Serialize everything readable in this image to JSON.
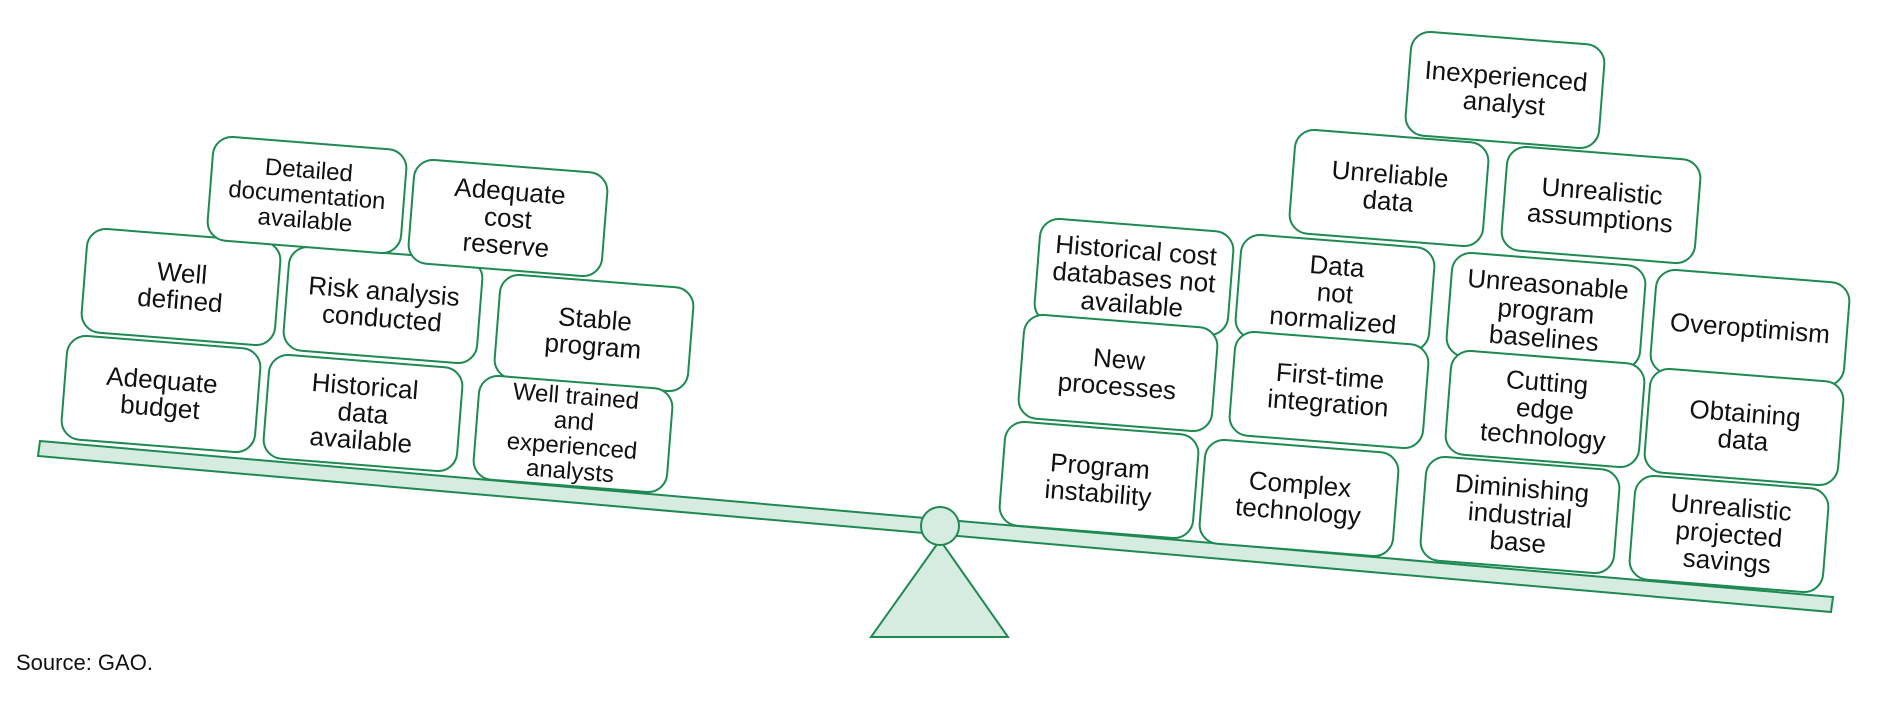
{
  "colors": {
    "accent": "#1e8a52",
    "fill": "#d6ece0"
  },
  "left_stack": [
    {
      "name": "well-defined-box",
      "label": "Well\ndefined"
    },
    {
      "name": "risk-analysis-box",
      "label": "Risk analysis\nconducted"
    },
    {
      "name": "stable-program-box",
      "label": "Stable\nprogram"
    },
    {
      "name": "adequate-budget-box",
      "label": "Adequate\nbudget"
    },
    {
      "name": "historical-data-box",
      "label": "Historical\ndata\navailable"
    },
    {
      "name": "trained-analysts-box",
      "label": "Well trained\nand experienced\nanalysts"
    },
    {
      "name": "detailed-documentation-box",
      "label": "Detailed\ndocumentation\navailable"
    },
    {
      "name": "cost-reserve-box",
      "label": "Adequate\ncost\nreserve"
    }
  ],
  "right_stack": [
    {
      "name": "inexperienced-analyst-box",
      "label": "Inexperienced\nanalyst"
    },
    {
      "name": "unreliable-data-box",
      "label": "Unreliable\ndata"
    },
    {
      "name": "unrealistic-assumptions-box",
      "label": "Unrealistic\nassumptions"
    },
    {
      "name": "historical-cost-databases-box",
      "label": "Historical cost\ndatabases not\navailable"
    },
    {
      "name": "data-not-normalized-box",
      "label": "Data\nnot\nnormalized"
    },
    {
      "name": "unreasonable-baselines-box",
      "label": "Unreasonable\nprogram\nbaselines"
    },
    {
      "name": "overoptimism-box",
      "label": "Overoptimism"
    },
    {
      "name": "new-processes-box",
      "label": "New\nprocesses"
    },
    {
      "name": "first-time-integration-box",
      "label": "First-time\nintegration"
    },
    {
      "name": "cutting-edge-box",
      "label": "Cutting\nedge\ntechnology"
    },
    {
      "name": "obtaining-data-box",
      "label": "Obtaining\ndata"
    },
    {
      "name": "program-instability-box",
      "label": "Program\ninstability"
    },
    {
      "name": "complex-technology-box",
      "label": "Complex\ntechnology"
    },
    {
      "name": "diminishing-base-box",
      "label": "Diminishing\nindustrial\nbase"
    },
    {
      "name": "projected-savings-box",
      "label": "Unrealistic\nprojected\nsavings"
    }
  ],
  "source": "Source: GAO."
}
